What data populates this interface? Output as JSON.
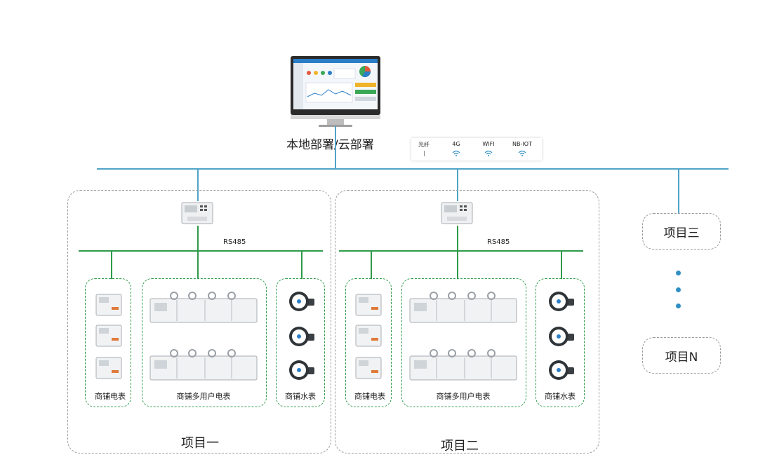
{
  "deployment": {
    "label": "本地部署/云部署"
  },
  "comm": {
    "items": [
      "光纤",
      "4G",
      "WIFI",
      "NB-IOT"
    ]
  },
  "projects": [
    {
      "title": "项目一",
      "bus_label": "RS485",
      "groups": [
        "商铺电表",
        "商铺多用户电表",
        "商铺水表"
      ]
    },
    {
      "title": "项目二",
      "bus_label": "RS485",
      "groups": [
        "商铺电表",
        "商铺多用户电表",
        "商铺水表"
      ]
    }
  ],
  "side": {
    "project3": "项目三",
    "projectN": "项目N"
  },
  "colors": {
    "network_line": "#4fa3c7",
    "bus_line": "#2e9a4a",
    "dot": "#2f8fc4"
  },
  "icons": [
    "monitor-icon",
    "gateway-icon",
    "single-phase-meter-icon",
    "multi-user-meter-icon",
    "water-meter-icon",
    "wifi-icon"
  ]
}
